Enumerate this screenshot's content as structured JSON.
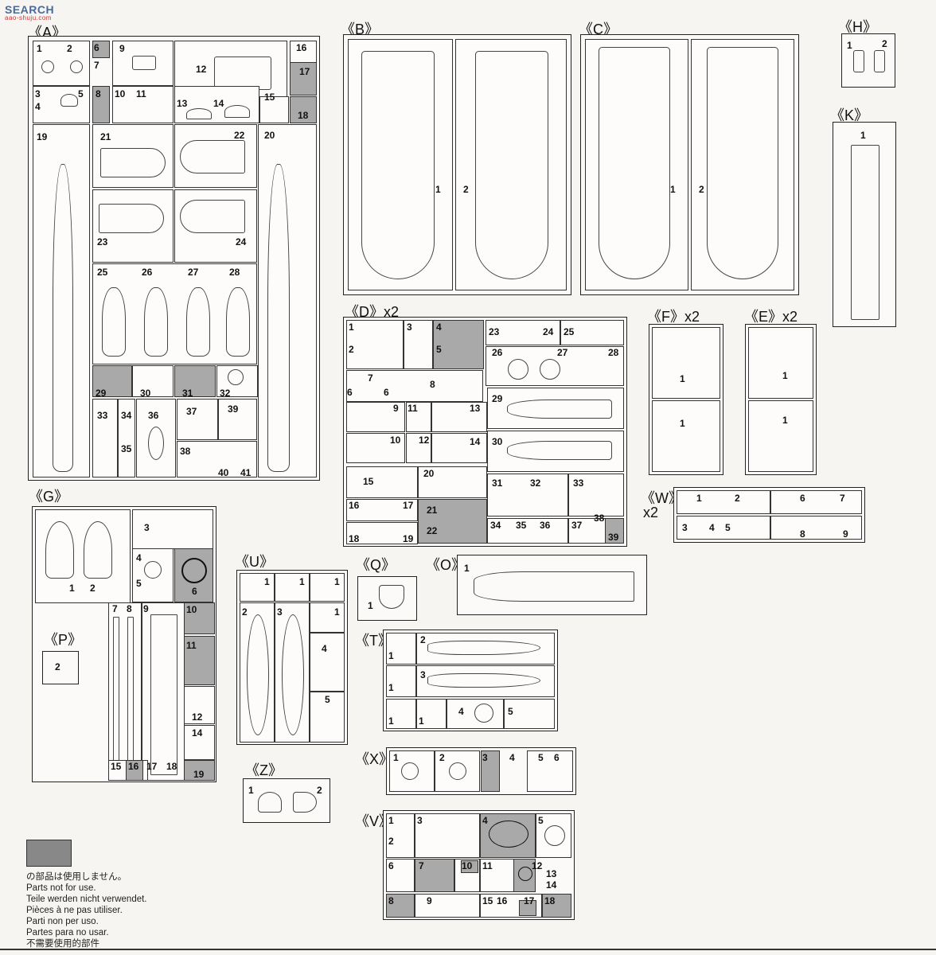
{
  "watermark": {
    "text": "SEARCH",
    "sub": "aao-shuju.com"
  },
  "sprues": {
    "A": "《A》",
    "B": "《B》",
    "C": "《C》",
    "D": "《D》x2",
    "E": "《E》x2",
    "F": "《F》x2",
    "G": "《G》",
    "H": "《H》",
    "K": "《K》",
    "O": "《O》",
    "P": "《P》",
    "Q": "《Q》",
    "T": "《T》",
    "U": "《U》",
    "V": "《V》",
    "W": "《W》",
    "W_mult": "x2",
    "X": "《X》",
    "Z": "《Z》"
  },
  "legend": {
    "swatch_color": "#888888",
    "lines": [
      "の部品は使用しません。",
      "Parts not for use.",
      "Teile werden nicht verwendet.",
      "Pièces à ne pas utiliser.",
      "Parti non per uso.",
      "Partes para no usar.",
      "不需要使用的部件"
    ]
  },
  "part_numbers": {
    "n1": "1",
    "n2": "2",
    "n3": "3",
    "n4": "4",
    "n5": "5",
    "n6": "6",
    "n7": "7",
    "n8": "8",
    "n9": "9",
    "n10": "10",
    "n11": "11",
    "n12": "12",
    "n13": "13",
    "n14": "14",
    "n15": "15",
    "n16": "16",
    "n17": "17",
    "n18": "18",
    "n19": "19",
    "n20": "20",
    "n21": "21",
    "n22": "22",
    "n23": "23",
    "n24": "24",
    "n25": "25",
    "n26": "26",
    "n27": "27",
    "n28": "28",
    "n29": "29",
    "n30": "30",
    "n31": "31",
    "n32": "32",
    "n33": "33",
    "n34": "34",
    "n35": "35",
    "n36": "36",
    "n37": "37",
    "n38": "38",
    "n39": "39",
    "n40": "40",
    "n41": "41"
  }
}
